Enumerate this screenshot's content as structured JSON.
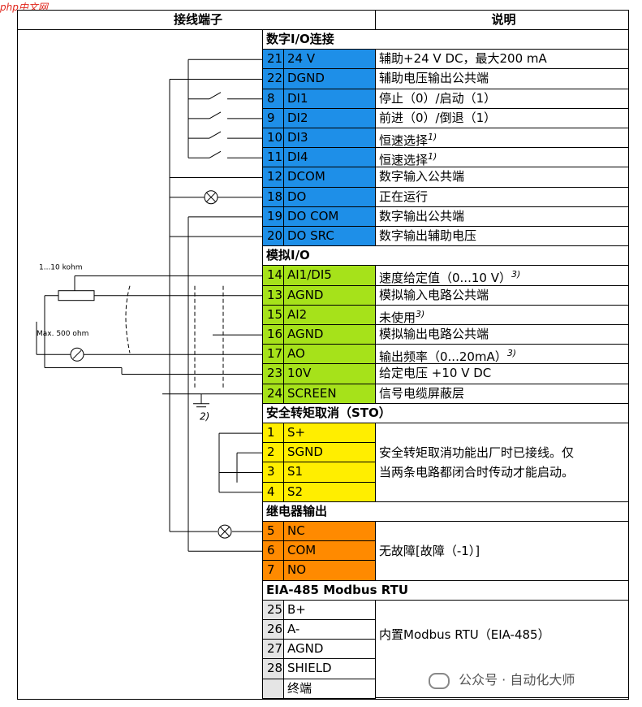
{
  "logo": {
    "text": "php中文网"
  },
  "header": {
    "col1": "接线端子",
    "col2": "说明"
  },
  "sections": {
    "digital": "数字I/O连接",
    "analog": "模拟I/O",
    "sto": "安全转矩取消（STO）",
    "relay": "继电器输出",
    "eia": "EIA-485 Modbus RTU"
  },
  "digital_rows": [
    {
      "num": "21",
      "name": "24 V",
      "desc": "辅助+24 V DC，最大200 mA"
    },
    {
      "num": "22",
      "name": "DGND",
      "desc": "辅助电压输出公共端"
    },
    {
      "num": "8",
      "name": "DI1",
      "desc": "停止（0）/启动（1）"
    },
    {
      "num": "9",
      "name": "DI2",
      "desc": "前进（0）/倒退（1）"
    },
    {
      "num": "10",
      "name": "DI3",
      "desc": "恒速选择",
      "sup": "1)"
    },
    {
      "num": "11",
      "name": "DI4",
      "desc": "恒速选择",
      "sup": "1)"
    },
    {
      "num": "12",
      "name": "DCOM",
      "desc": "数字输入公共端"
    },
    {
      "num": "18",
      "name": "DO",
      "desc": "正在运行"
    },
    {
      "num": "19",
      "name": "DO COM",
      "desc": "数字输出公共端"
    },
    {
      "num": "20",
      "name": "DO SRC",
      "desc": "数字输出辅助电压"
    }
  ],
  "analog_rows": [
    {
      "num": "14",
      "name": "AI1/DI5",
      "desc": "速度给定值（0...10 V）",
      "sup": "3)"
    },
    {
      "num": "13",
      "name": "AGND",
      "desc": "模拟输入电路公共端"
    },
    {
      "num": "15",
      "name": "AI2",
      "desc": "未使用",
      "sup": "3)"
    },
    {
      "num": "16",
      "name": "AGND",
      "desc": "模拟输出电路公共端"
    },
    {
      "num": "17",
      "name": "AO",
      "desc": "输出频率（0...20mA）",
      "sup": "3)"
    },
    {
      "num": "23",
      "name": "10V",
      "desc": "给定电压 +10 V DC"
    },
    {
      "num": "24",
      "name": "SCREEN",
      "desc": "信号电缆屏蔽层"
    }
  ],
  "sto_rows": [
    {
      "num": "1",
      "name": "S+"
    },
    {
      "num": "2",
      "name": "SGND"
    },
    {
      "num": "3",
      "name": "S1"
    },
    {
      "num": "4",
      "name": "S2"
    }
  ],
  "sto_desc": {
    "line1": "安全转矩取消功能出厂时已接线。仅",
    "line2": "当两条电路都闭合时传动才能启动。"
  },
  "relay_rows": [
    {
      "num": "5",
      "name": "NC"
    },
    {
      "num": "6",
      "name": "COM"
    },
    {
      "num": "7",
      "name": "NO"
    }
  ],
  "relay_desc": "无故障[故障（-1）]",
  "eia_rows": [
    {
      "num": "25",
      "name": "B+"
    },
    {
      "num": "26",
      "name": "A-"
    },
    {
      "num": "27",
      "name": "AGND"
    },
    {
      "num": "28",
      "name": "SHIELD"
    },
    {
      "num": "",
      "name": "终端"
    }
  ],
  "eia_desc": "内置Modbus RTU（EIA-485）",
  "wiring_labels": {
    "pot": "1...10 kohm",
    "meter": "Max. 500 ohm",
    "note2": "2)"
  },
  "watermark": "公众号 · 自动化大师",
  "colors": {
    "digital": "#1e8fe8",
    "analog": "#a6e21a",
    "sto": "#ffee00",
    "relay": "#ff8a00",
    "eia": "#e5e5e5"
  }
}
